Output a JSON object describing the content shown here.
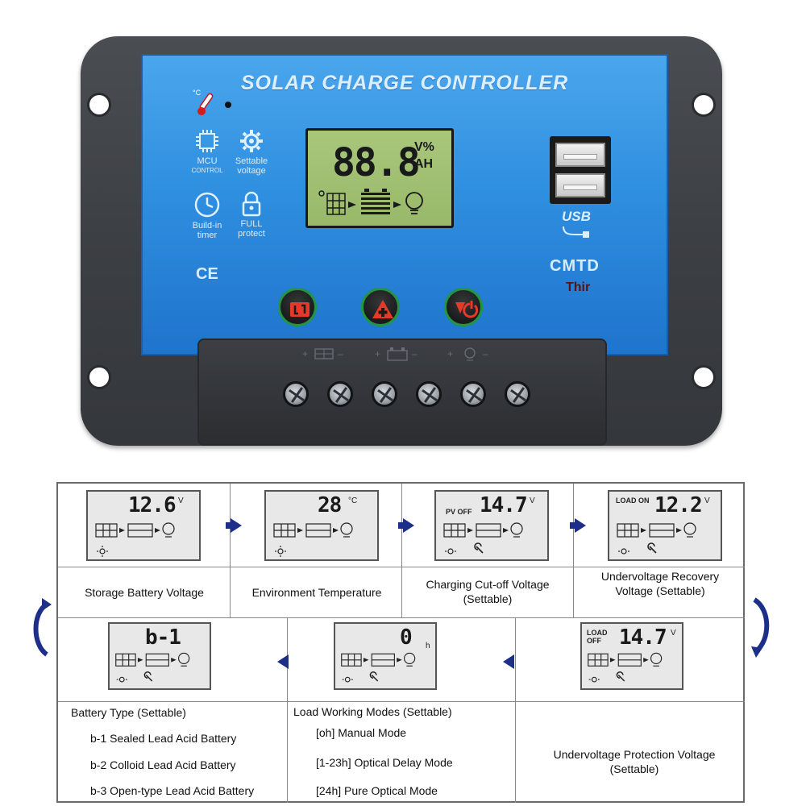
{
  "device": {
    "title": "SOLAR CHARGE CONTROLLER",
    "features": [
      {
        "label": "MCU",
        "sub": "CONTROL",
        "icon": "chip-icon"
      },
      {
        "label": "Settable voltage",
        "sub": "",
        "icon": "gear-icon"
      },
      {
        "label": "Build-in timer",
        "sub": "",
        "icon": "clock-icon"
      },
      {
        "label": "FULL protect",
        "sub": "",
        "icon": "lock-icon"
      }
    ],
    "ce_mark": "CE",
    "lcd": {
      "digits": "88.8",
      "unit_top": "V%",
      "unit_bottom": "AH"
    },
    "usb_label": "USB",
    "brand": "CMTD",
    "brand_sub": "Thir",
    "buttons": [
      {
        "name": "menu-button",
        "icon": "menu-icon"
      },
      {
        "name": "up-button",
        "icon": "plus-arrow-icon"
      },
      {
        "name": "down-power-button",
        "icon": "power-icon"
      }
    ],
    "terminal_labels": [
      "+ -",
      "+ -",
      "+ -"
    ]
  },
  "guide": {
    "row1": [
      {
        "value": "12.6",
        "unit": "V",
        "prefix": "",
        "caption": "Storage Battery Voltage"
      },
      {
        "value": "28",
        "unit": "°C",
        "prefix": "",
        "caption": "Environment Temperature"
      },
      {
        "value": "14.7",
        "unit": "V",
        "prefix": "PV OFF",
        "caption": "Charging Cut-off Voltage (Settable)"
      },
      {
        "value": "12.2",
        "unit": "V",
        "prefix": "LOAD ON",
        "caption": "Undervoltage Recovery Voltage (Settable)"
      }
    ],
    "row2": [
      {
        "value": "b-1",
        "unit": "",
        "prefix": ""
      },
      {
        "value": "0",
        "unit": "h",
        "prefix": ""
      },
      {
        "value": "14.7",
        "unit": "V",
        "prefix": "LOAD OFF"
      }
    ],
    "battery_type": {
      "heading": "Battery Type (Settable)",
      "items": [
        "b-1 Sealed Lead Acid Battery",
        "b-2 Colloid Lead Acid Battery",
        "b-3 Open-type Lead Acid Battery"
      ]
    },
    "load_modes": {
      "heading": "Load Working Modes (Settable)",
      "items": [
        "[oh] Manual Mode",
        "[1-23h] Optical Delay Mode",
        "[24h] Pure Optical Mode"
      ]
    },
    "undervoltage_protection": "Undervoltage Protection Voltage (Settable)"
  }
}
